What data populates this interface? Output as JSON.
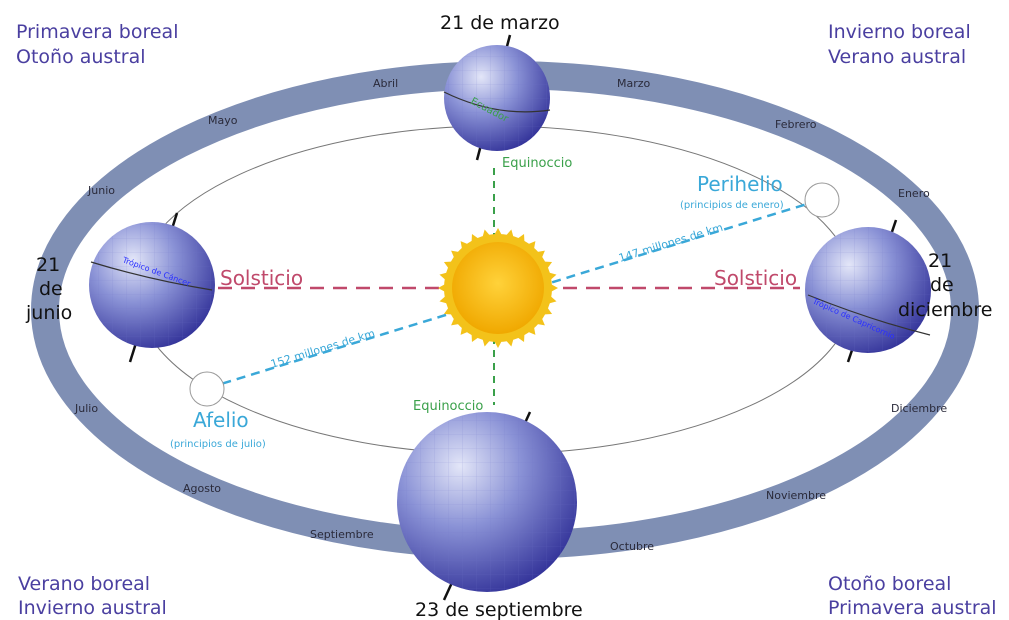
{
  "seasons": {
    "top_left": [
      "Primavera boreal",
      "Otoño austral"
    ],
    "top_right": [
      "Invierno boreal",
      "Verano austral"
    ],
    "bottom_left": [
      "Verano boreal",
      "Invierno austral"
    ],
    "bottom_right": [
      "Otoño boreal",
      "Primavera austral"
    ]
  },
  "months": {
    "abril": "Abril",
    "marzo": "Marzo",
    "mayo": "Mayo",
    "febrero": "Febrero",
    "junio": "Junio",
    "enero": "Enero",
    "julio": "Julio",
    "diciembre": "Diciembre",
    "agosto": "Agosto",
    "noviembre": "Noviembre",
    "septiembre": "Septiembre",
    "octubre": "Octubre"
  },
  "dates": {
    "march": "21 de marzo",
    "september": "23 de septiembre",
    "june": [
      "21",
      "de",
      "junio"
    ],
    "december": [
      "21",
      "de",
      "diciembre"
    ]
  },
  "labels": {
    "equinox_top": "Equinoccio",
    "equinox_bottom": "Equinoccio",
    "solstice_left": "Solsticio",
    "solstice_right": "Solsticio",
    "perihelion": "Perihelio",
    "perihelion_sub": "(principios de enero)",
    "aphelion": "Afelio",
    "aphelion_sub": "(principios de julio)",
    "dist_near": "147 millones de km",
    "dist_far": "152 millones de km",
    "equator": "Ecuador",
    "tropic_cancer": "Trópico de Cáncer",
    "tropic_capricorn": "Trópico de Capricornio"
  },
  "colors": {
    "ring": "#7f8fb4",
    "sun_core": "#f7b800",
    "sun_rays": "#f3c21a",
    "earth_light": "#d4d8f4",
    "earth_dark": "#3a3a9a",
    "season_text": "#4a3fa0",
    "solstice": "#c0496b",
    "equinox": "#3aa04a",
    "apsis": "#3aa8d8"
  }
}
